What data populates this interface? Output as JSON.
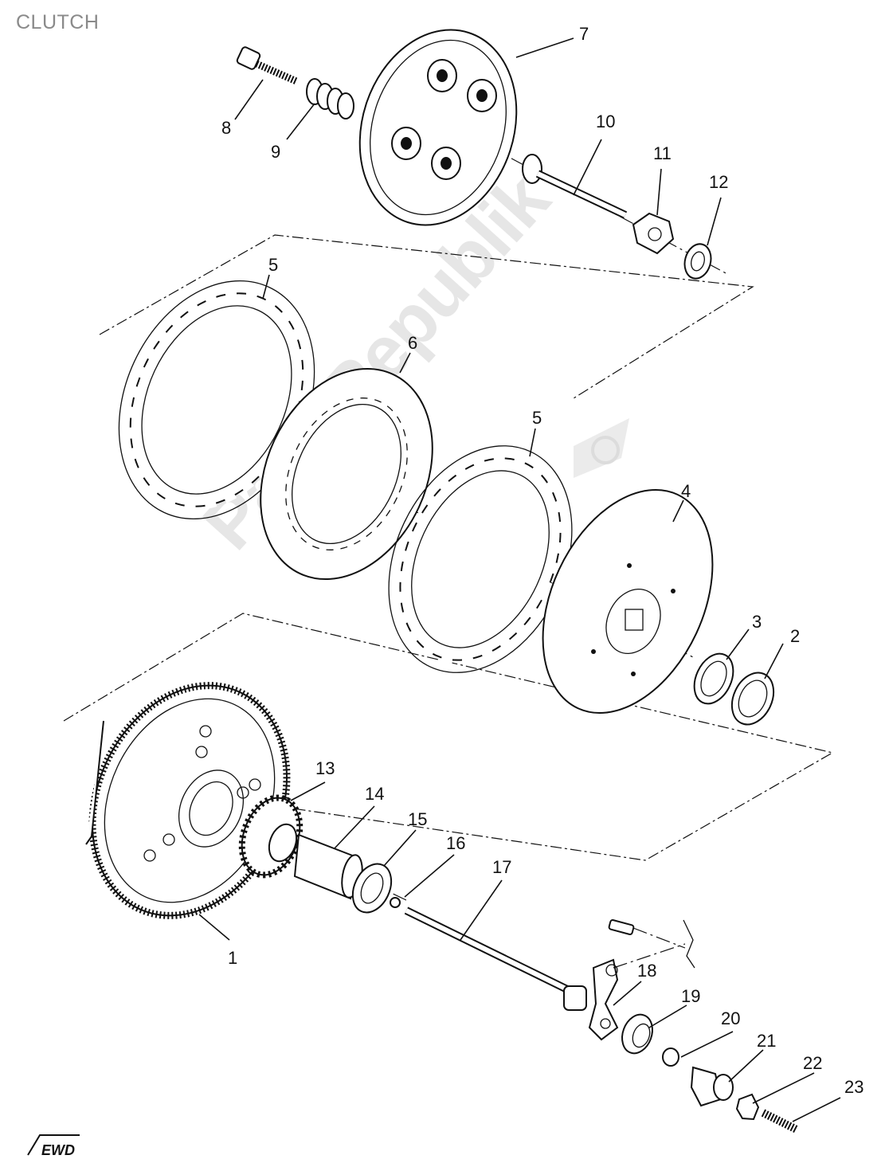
{
  "title": "CLUTCH",
  "watermark": "PartsRepublik",
  "logo_text": "EWD",
  "callouts": [
    "1",
    "2",
    "3",
    "4",
    "5",
    "5",
    "6",
    "7",
    "8",
    "9",
    "10",
    "11",
    "12",
    "13",
    "14",
    "15",
    "16",
    "17",
    "18",
    "19",
    "20",
    "21",
    "22",
    "23"
  ]
}
